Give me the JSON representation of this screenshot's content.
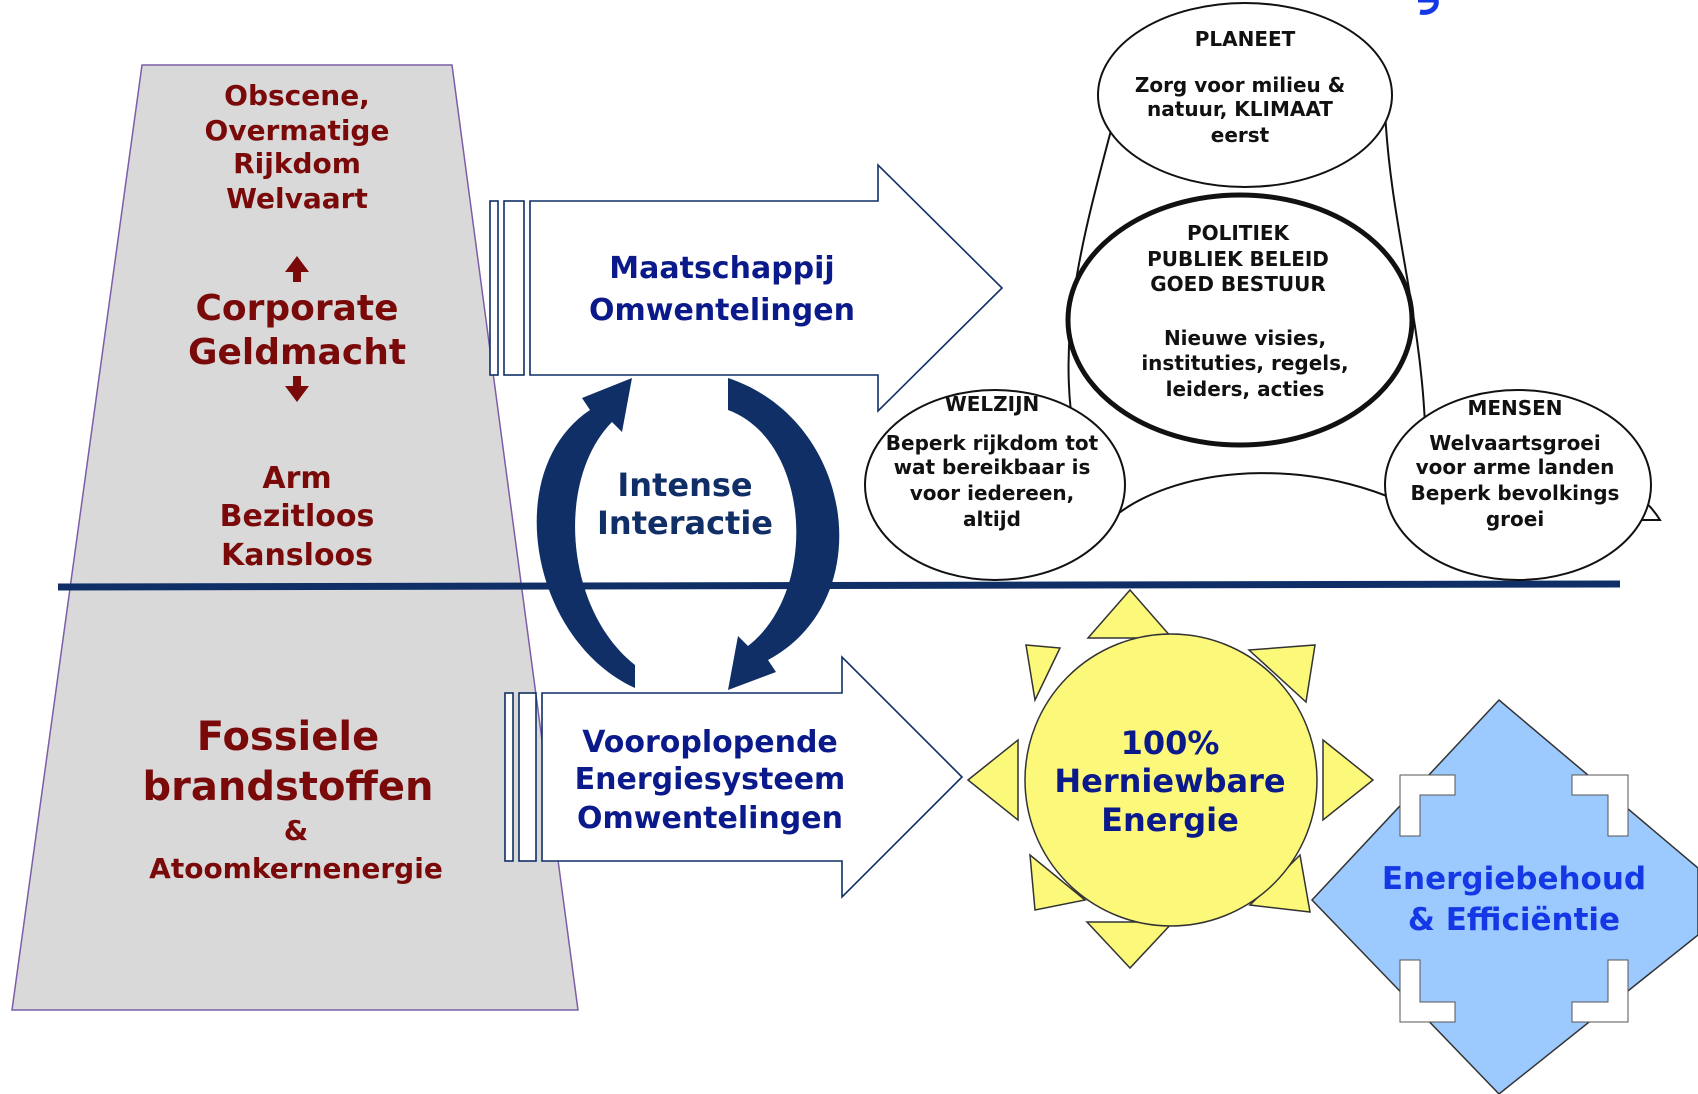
{
  "pyramid": {
    "top_lines": [
      "Obscene,",
      "Overmatige",
      "Rijkdom",
      "Welvaart"
    ],
    "corporate_lines": [
      "Corporate",
      "Geldmacht"
    ],
    "poor_lines": [
      "Arm",
      "Bezitloos",
      "Kansloos"
    ],
    "fossil_lines": [
      "Fossiele",
      "brandstoffen"
    ],
    "fossil_amp": "&",
    "nuclear": "Atoomkernenergie"
  },
  "arrows": {
    "society_lines": [
      "Maatschappij",
      "Omwentelingen"
    ],
    "energy_lines": [
      "Vooroplopende",
      "Energiesysteem",
      "Omwentelingen"
    ]
  },
  "cycle": {
    "lines": [
      "Intense",
      "Interactie"
    ]
  },
  "circles": {
    "planet": {
      "title": "PLANEET",
      "body": [
        "Zorg voor milieu &",
        "natuur, KLIMAAT",
        "eerst"
      ]
    },
    "politics": {
      "title": [
        "POLITIEK",
        "PUBLIEK BELEID",
        "GOED BESTUUR"
      ],
      "body": [
        "Nieuwe visies,",
        "instituties, regels,",
        "leiders, acties"
      ]
    },
    "welfare": {
      "title": "WELZIJN",
      "body": [
        "Beperk rijkdom tot",
        "wat bereikbaar is",
        "voor iedereen,",
        "altijd"
      ]
    },
    "people": {
      "title": "MENSEN",
      "body": [
        "Welvaartsgroei",
        "voor arme landen",
        "Beperk bevolkings",
        "groei"
      ]
    }
  },
  "sun": {
    "lines": [
      "100%",
      "Herniewbare",
      "Energie"
    ]
  },
  "diamond": {
    "lines": [
      "Energiebehoud",
      "& Efficiëntie"
    ]
  },
  "colors": {
    "dark_red": "#7a0a0a",
    "dark_blue": "#0b1a8a",
    "navy": "#0f2f66",
    "sun_yellow": "#fcf87a",
    "diamond_blue": "#9ccaff",
    "pyramid_gray": "#d9d9d9"
  }
}
